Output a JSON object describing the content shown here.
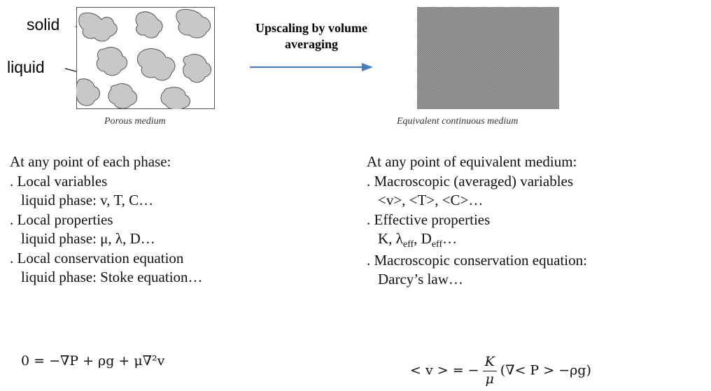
{
  "labels": {
    "solid": "solid",
    "liquid": "liquid"
  },
  "upscaling": {
    "line1": "Upscaling by volume",
    "line2": "averaging"
  },
  "captions": {
    "porous": "Porous medium",
    "equivalent": "Equivalent continuous medium"
  },
  "left": {
    "heading": "At any point of each phase:",
    "items": [
      {
        "bullet": ". Local variables",
        "detail": "liquid phase: v, T, C…"
      },
      {
        "bullet": ". Local properties",
        "detail": "liquid phase: μ, λ, D…"
      },
      {
        "bullet": ". Local conservation equation",
        "detail": "liquid phase: Stoke equation…"
      }
    ],
    "equation": "0 = −∇P + ρg + μ∇²v"
  },
  "right": {
    "heading": "At any point of equivalent medium:",
    "items": [
      {
        "bullet": ". Macroscopic (averaged)  variables",
        "detail": "<v>, <T>, <C>…"
      },
      {
        "bullet": ". Effective properties",
        "detail_pre": "K, λ",
        "detail_sub1": "eff",
        "detail_mid": ", D",
        "detail_sub2": "eff",
        "detail_post": "…"
      },
      {
        "bullet": ". Macroscopic conservation equation:",
        "detail": "Darcy’s law…"
      }
    ],
    "equation": {
      "lhs": "< v > = −",
      "num": "K",
      "den": "μ",
      "rhs": "(∇< P > −ρg)"
    }
  },
  "colors": {
    "solid_fill": "#c8c8c8",
    "arrow": "#4a7ebb",
    "texture": "#8e8e8e"
  }
}
